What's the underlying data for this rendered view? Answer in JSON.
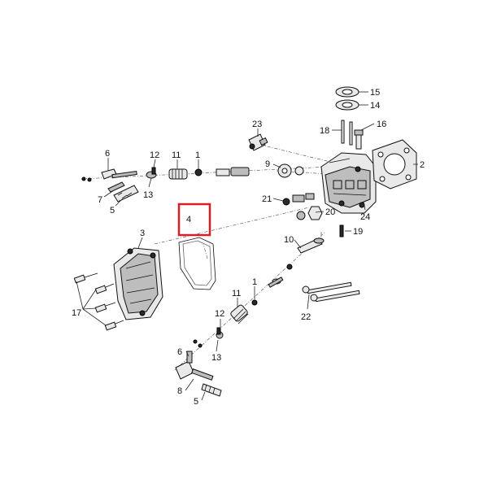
{
  "labels": {
    "l15": "15",
    "l14": "14",
    "l16": "16",
    "l18": "18",
    "l23": "23",
    "l2": "2",
    "l9": "9",
    "l6a": "6",
    "l12a": "12",
    "l11a": "11",
    "l1a": "1",
    "l13a": "13",
    "l7": "7",
    "l5a": "5",
    "l21": "21",
    "l24": "24",
    "l20": "20",
    "l19": "19",
    "l10": "10",
    "l3": "3",
    "l4": "4",
    "l17": "17",
    "l22": "22",
    "l1b": "1",
    "l11b": "11",
    "l12b": "12",
    "l13b": "13",
    "l6b": "6",
    "l8": "8",
    "l5b": "5"
  },
  "highlight": {
    "label": "4",
    "color": "#d61f26"
  }
}
